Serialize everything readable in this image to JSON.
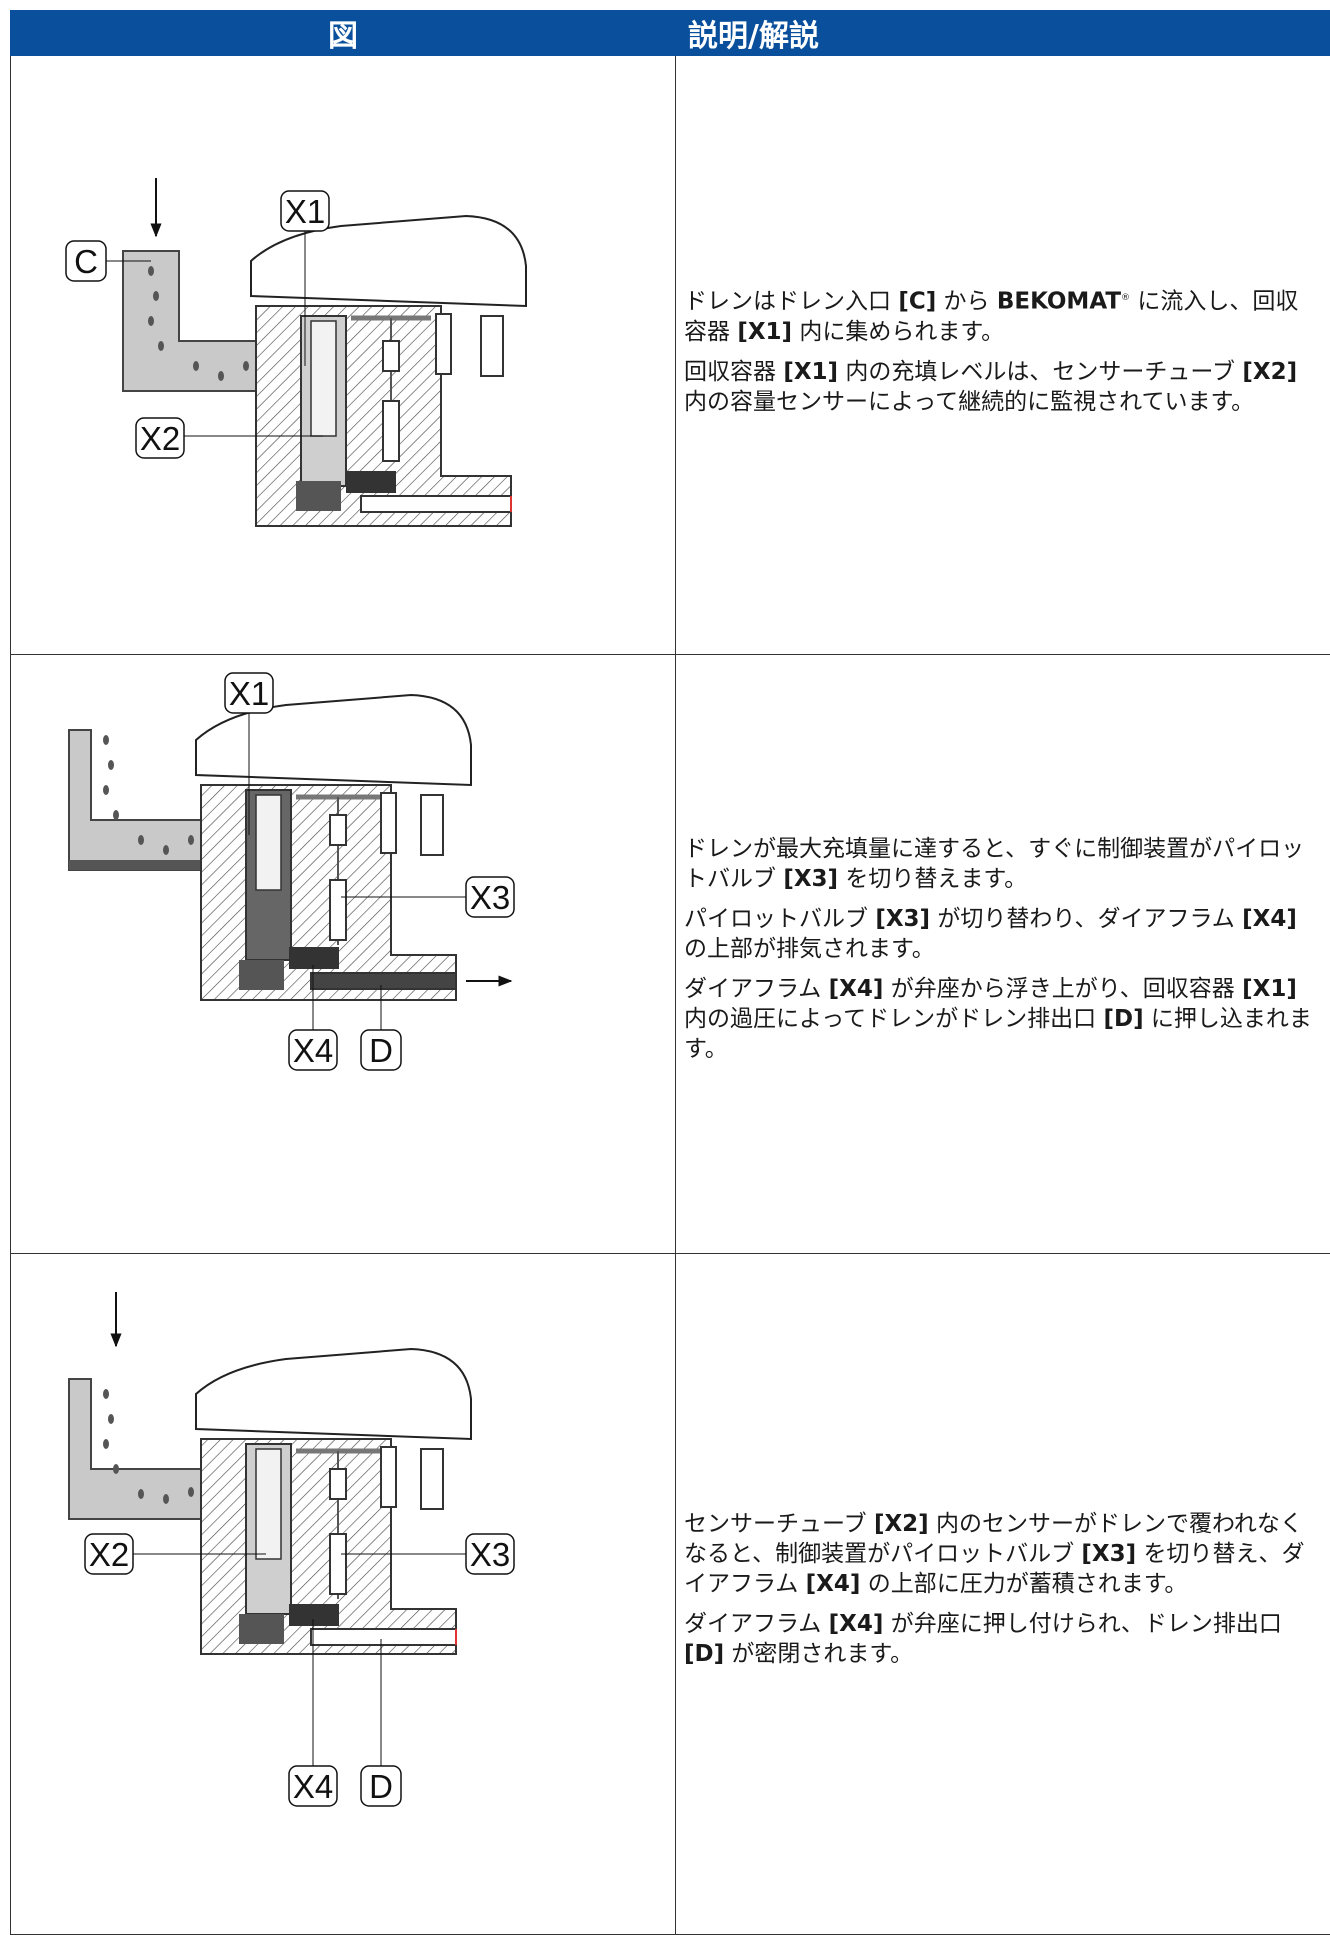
{
  "header": {
    "col_figure": "図",
    "col_description": "説明/解説"
  },
  "rows": [
    {
      "labels": {
        "c": "C",
        "x1": "X1",
        "x2": "X2"
      },
      "paragraphs": [
        {
          "parts": [
            "ドレンはドレン入口 ",
            "[C]",
            " から ",
            "BEKOMAT",
            "®",
            " に流入し、回収容器 ",
            "[X1]",
            " 内に集められます。"
          ]
        },
        {
          "parts": [
            "回収容器 ",
            "[X1]",
            " 内の充填レベルは、センサーチューブ ",
            "[X2]",
            " 内の容量センサーによって継続的に監視されています。"
          ]
        }
      ]
    },
    {
      "labels": {
        "x1": "X1",
        "x3": "X3",
        "x4": "X4",
        "d": "D"
      },
      "paragraphs": [
        {
          "parts": [
            "ドレンが最大充填量に達すると、すぐに制御装置がパイロットバルブ ",
            "[X3]",
            " を切り替えます。"
          ]
        },
        {
          "parts": [
            "パイロットバルブ ",
            "[X3]",
            " が切り替わり、ダイアフラム ",
            "[X4]",
            " の上部が排気されます。"
          ]
        },
        {
          "parts": [
            "ダイアフラム ",
            "[X4]",
            " が弁座から浮き上がり、回収容器 ",
            "[X1]",
            " 内の過圧によってドレンがドレン排出口 ",
            "[D]",
            " に押し込まれます。"
          ]
        }
      ]
    },
    {
      "labels": {
        "x2": "X2",
        "x3": "X3",
        "x4": "X4",
        "d": "D"
      },
      "paragraphs": [
        {
          "parts": [
            "センサーチューブ ",
            "[X2]",
            " 内のセンサーがドレンで覆われなくなると、制御装置がパイロットバルブ ",
            "[X3]",
            " を切り替え、ダイアフラム ",
            "[X4]",
            " の上部に圧力が蓄積されます。"
          ]
        },
        {
          "parts": [
            "ダイアフラム ",
            "[X4]",
            " が弁座に押し付けられ、ドレン排出口 ",
            "[D]",
            " が密閉されます。"
          ]
        }
      ]
    }
  ]
}
